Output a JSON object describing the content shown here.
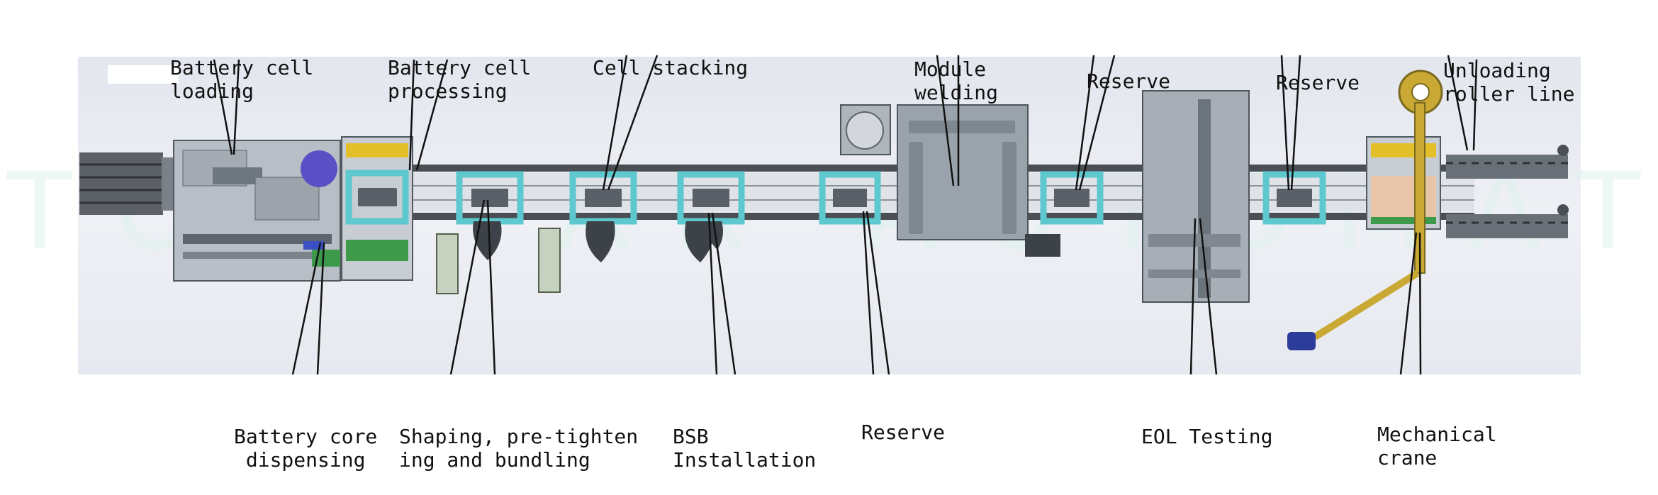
{
  "labels": {
    "battery_cell_loading": [
      "Battery cell",
      "loading"
    ],
    "battery_cell_processing": [
      "Battery cell",
      "processing"
    ],
    "cell_stacking": [
      "Cell stacking"
    ],
    "module_welding": [
      "Module",
      "welding"
    ],
    "reserve_top_1": [
      "Reserve"
    ],
    "reserve_top_2": [
      "Reserve"
    ],
    "unloading_roller_line": [
      "Unloading",
      "roller line"
    ],
    "battery_core_dispensing": [
      "Battery core",
      "dispensing"
    ],
    "shaping": [
      "Shaping, pre-tighten",
      "ing and bundling"
    ],
    "bsb_installation": [
      "BSB",
      "Installation"
    ],
    "reserve_bottom": [
      "Reserve"
    ],
    "eol_testing": [
      "EOL Testing"
    ],
    "mechanical_crane": [
      "Mechanical",
      "crane"
    ]
  },
  "colors": {
    "frame_cyan": "#5ec8cf",
    "conveyor_dark": "#4a4f55",
    "machine_gray": "#9aa3ab",
    "crane_yellow": "#c9a933",
    "accent_purple": "#5a4fc4",
    "accent_green": "#3d9a4a",
    "unload_peach": "#e8c4a8",
    "watermark": "#dff2ec"
  },
  "watermark_text": "TOPSTAR AUTOMATION"
}
